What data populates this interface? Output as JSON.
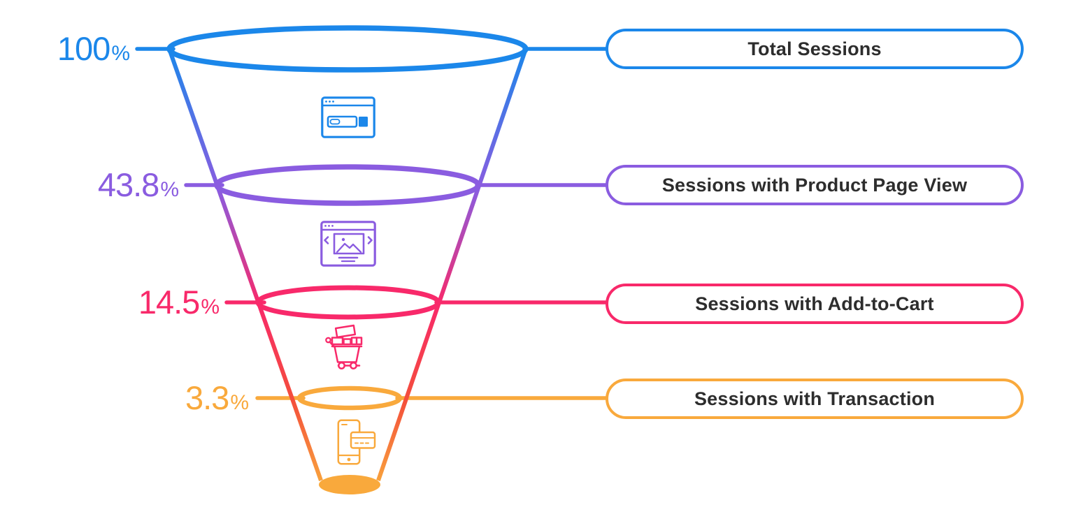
{
  "colors": {
    "blue": "#1b87ea",
    "purple": "#8a5ce0",
    "pink": "#f8296a",
    "orange": "#f9a93c",
    "gradient_mid_red": "#f44f3b",
    "label_text": "#2d2d2d",
    "background": "#ffffff"
  },
  "chart_data": {
    "type": "funnel",
    "title": "",
    "unit": "%",
    "legend_position": "right",
    "stages": [
      {
        "label": "Total Sessions",
        "value": 100,
        "value_text": "100",
        "percent_sign": "%",
        "color": "#1b87ea",
        "icon": "browser-search-icon"
      },
      {
        "label": "Sessions with Product Page View",
        "value": 43.8,
        "value_text": "43.8",
        "percent_sign": "%",
        "color": "#8a5ce0",
        "icon": "product-page-icon"
      },
      {
        "label": "Sessions with Add-to-Cart",
        "value": 14.5,
        "value_text": "14.5",
        "percent_sign": "%",
        "color": "#f8296a",
        "icon": "cart-icon"
      },
      {
        "label": "Sessions with Transaction",
        "value": 3.3,
        "value_text": "3.3",
        "percent_sign": "%",
        "color": "#f9a93c",
        "icon": "phone-payment-icon"
      }
    ]
  }
}
